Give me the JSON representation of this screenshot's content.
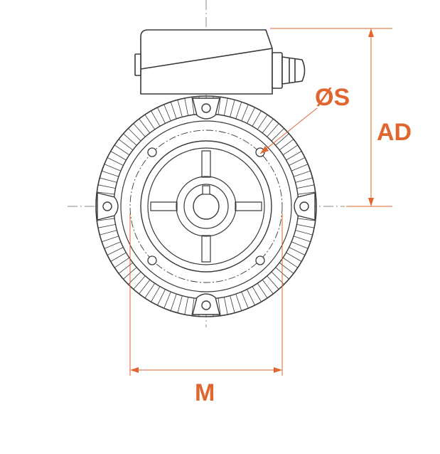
{
  "labels": {
    "os": "ØS",
    "ad": "AD",
    "m": "M"
  },
  "colors": {
    "line": "#3a3a3a",
    "center_line": "#8a8a8a",
    "dimension": "#e0652e",
    "background": "#ffffff"
  }
}
